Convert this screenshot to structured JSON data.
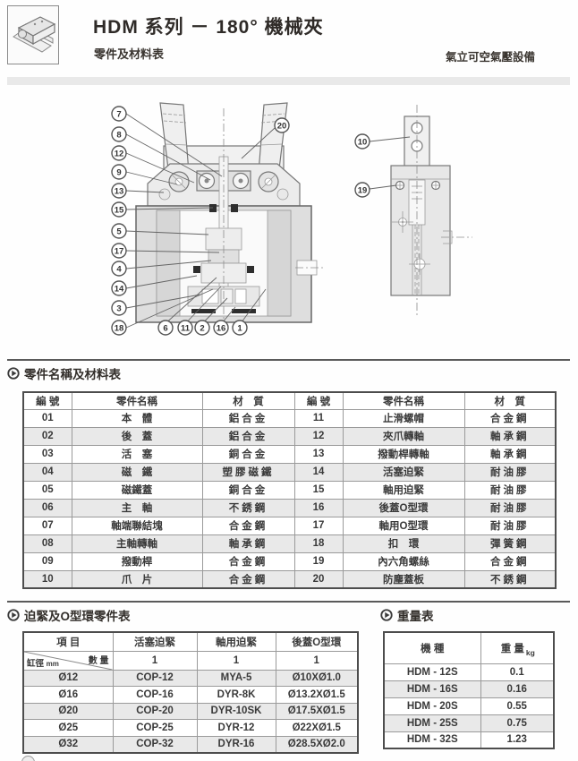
{
  "colors": {
    "text": "#3a3a3a",
    "row_alt_bg": "#e9e9e9",
    "table_border": "#4d4d4d",
    "header_bar": "#e9e9e9"
  },
  "header": {
    "title": "HDM 系列 － 180° 機械夾",
    "subtitle": "零件及材料表",
    "company": "氣立可空氣壓設備"
  },
  "drawings": {
    "front": {
      "callouts": [
        {
          "n": "7"
        },
        {
          "n": "8"
        },
        {
          "n": "12"
        },
        {
          "n": "9"
        },
        {
          "n": "13"
        },
        {
          "n": "15"
        },
        {
          "n": "5"
        },
        {
          "n": "17"
        },
        {
          "n": "4"
        },
        {
          "n": "14"
        },
        {
          "n": "3"
        },
        {
          "n": "18"
        },
        {
          "n": "6"
        },
        {
          "n": "11"
        },
        {
          "n": "2"
        },
        {
          "n": "16"
        },
        {
          "n": "1"
        },
        {
          "n": "20"
        }
      ]
    },
    "side": {
      "callouts": [
        {
          "n": "10"
        },
        {
          "n": "19"
        }
      ]
    }
  },
  "parts_section": {
    "title": "零件名稱及材料表",
    "headers": [
      "編 號",
      "零件名稱",
      "材　質",
      "編 號",
      "零件名稱",
      "材　質"
    ],
    "rows": [
      {
        "no_l": "01",
        "name_l": "本　體",
        "mat_l": "鋁合金",
        "no_r": "11",
        "name_r": "止滑螺帽",
        "mat_r": "合金鋼"
      },
      {
        "no_l": "02",
        "name_l": "後　蓋",
        "mat_l": "鋁合金",
        "no_r": "12",
        "name_r": "夾爪轉軸",
        "mat_r": "軸承鋼"
      },
      {
        "no_l": "03",
        "name_l": "活　塞",
        "mat_l": "銅合金",
        "no_r": "13",
        "name_r": "撥動桿轉軸",
        "mat_r": "軸承鋼"
      },
      {
        "no_l": "04",
        "name_l": "磁　鐵",
        "mat_l": "塑膠磁鐵",
        "no_r": "14",
        "name_r": "活塞迫緊",
        "mat_r": "耐油膠"
      },
      {
        "no_l": "05",
        "name_l": "磁鐵蓋",
        "mat_l": "銅合金",
        "no_r": "15",
        "name_r": "軸用迫緊",
        "mat_r": "耐油膠"
      },
      {
        "no_l": "06",
        "name_l": "主　軸",
        "mat_l": "不銹鋼",
        "no_r": "16",
        "name_r": "後蓋O型環",
        "mat_r": "耐油膠"
      },
      {
        "no_l": "07",
        "name_l": "軸端聯結塊",
        "mat_l": "合金鋼",
        "no_r": "17",
        "name_r": "軸用O型環",
        "mat_r": "耐油膠"
      },
      {
        "no_l": "08",
        "name_l": "主軸轉軸",
        "mat_l": "軸承鋼",
        "no_r": "18",
        "name_r": "扣　環",
        "mat_r": "彈簧鋼"
      },
      {
        "no_l": "09",
        "name_l": "撥動桿",
        "mat_l": "合金鋼",
        "no_r": "19",
        "name_r": "內六角螺絲",
        "mat_r": "合金鋼"
      },
      {
        "no_l": "10",
        "name_l": "爪　片",
        "mat_l": "合金鋼",
        "no_r": "20",
        "name_r": "防塵蓋板",
        "mat_r": "不銹鋼"
      }
    ]
  },
  "seal_section": {
    "title": "迫緊及O型環零件表",
    "headers": [
      "項 目",
      "活塞迫緊",
      "軸用迫緊",
      "後蓋O型環"
    ],
    "diag": {
      "top": "數 量",
      "bottom": "缸徑",
      "bottom_unit": "mm"
    },
    "qty_row": [
      "1",
      "1",
      "1"
    ],
    "rows": [
      {
        "bore": "Ø12",
        "piston": "COP-12",
        "shaft": "MYA-5",
        "oring": "Ø10XØ1.0"
      },
      {
        "bore": "Ø16",
        "piston": "COP-16",
        "shaft": "DYR-8K",
        "oring": "Ø13.2XØ1.5"
      },
      {
        "bore": "Ø20",
        "piston": "COP-20",
        "shaft": "DYR-10SK",
        "oring": "Ø17.5XØ1.5"
      },
      {
        "bore": "Ø25",
        "piston": "COP-25",
        "shaft": "DYR-12",
        "oring": "Ø22XØ1.5"
      },
      {
        "bore": "Ø32",
        "piston": "COP-32",
        "shaft": "DYR-16",
        "oring": "Ø28.5XØ2.0"
      }
    ]
  },
  "weight_section": {
    "title": "重量表",
    "headers": [
      "機 種",
      "重 量"
    ],
    "unit": "kg",
    "rows": [
      {
        "model": "HDM - 12S",
        "weight": "0.1"
      },
      {
        "model": "HDM - 16S",
        "weight": "0.16"
      },
      {
        "model": "HDM - 20S",
        "weight": "0.55"
      },
      {
        "model": "HDM - 25S",
        "weight": "0.75"
      },
      {
        "model": "HDM - 32S",
        "weight": "1.23"
      }
    ]
  }
}
